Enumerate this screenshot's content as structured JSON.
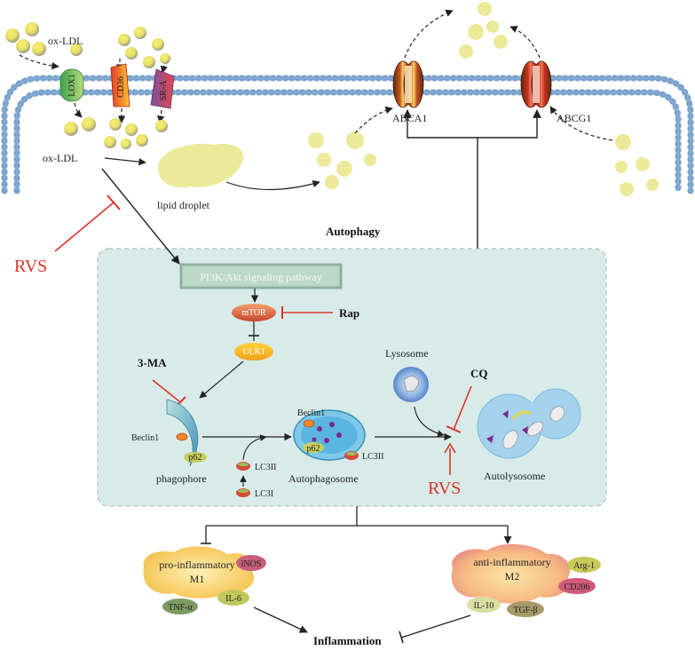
{
  "labels": {
    "oxldl_top": "ox-LDL",
    "oxldl_in": "ox-LDL",
    "lipid_droplet": "lipid droplet",
    "abca1": "ABCA1",
    "abcg1": "ABCG1",
    "autophagy": "Autophagy",
    "rvs_left": "RVS",
    "rvs_bottom": "RVS",
    "pi3k": "PI3K/Akt signaling pathway",
    "mtor": "mTOR",
    "rap": "Rap",
    "ulk1": "ULK1",
    "three_ma": "3-MA",
    "beclin1_a": "Beclin1",
    "p62_a": "p62",
    "phagophore": "phagophore",
    "lc3ii_a": "LC3II",
    "lc3i": "LC3I",
    "beclin1_b": "Beclin1",
    "p62_b": "p62",
    "lc3ii_b": "LC3II",
    "autophagosome": "Autophagosome",
    "lysosome": "Lysosome",
    "cq": "CQ",
    "autolysosome": "Autolysosome",
    "pro_inflammatory": "pro-inflammatory",
    "m1": "M1",
    "inos": "iNOS",
    "tnf": "TNF-α",
    "il6": "IL-6",
    "anti_inflammatory": "anti-inflammatory",
    "m2": "M2",
    "arg1": "Arg-1",
    "cd206": "CD206",
    "il10": "IL-10",
    "tgfb": "TGF-β",
    "inflammation": "Inflammation"
  },
  "receptors": {
    "lox1": "LOX1",
    "cd36": "CD36",
    "sra": "SR-A"
  },
  "colors": {
    "panel": "#d9ebe8",
    "inhibit": "#d9342b",
    "membrane": "#7aa2cc",
    "lipid": "#ece998"
  }
}
